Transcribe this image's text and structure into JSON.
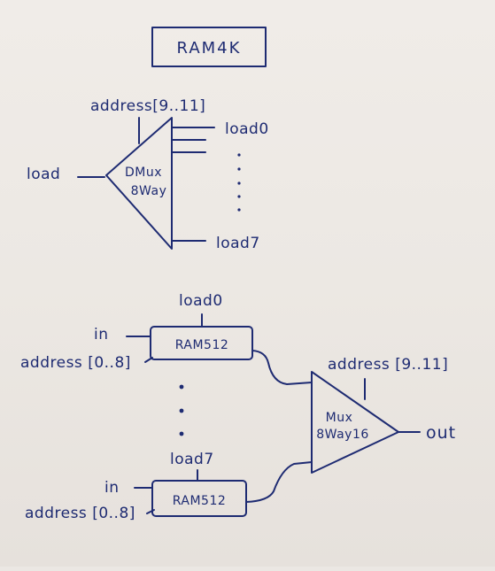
{
  "title": "RAM4K",
  "dmux": {
    "name_line1": "DMux",
    "name_line2": "8Way",
    "input_label": "load",
    "select_label": "address[9..11]",
    "output_first": "load0",
    "output_last": "load7"
  },
  "ram_top": {
    "name": "RAM512",
    "load_label": "load0",
    "in_label": "in",
    "address_label": "address [0..8]"
  },
  "ram_bottom": {
    "name": "RAM512",
    "load_label": "load7",
    "in_label": "in",
    "address_label": "address [0..8]"
  },
  "mux": {
    "name_line1": "Mux",
    "name_line2": "8Way16",
    "select_label": "address [9..11]",
    "output_label": "out"
  },
  "colors": {
    "ink": "#1e2b72",
    "paper": "#ece8e3"
  }
}
